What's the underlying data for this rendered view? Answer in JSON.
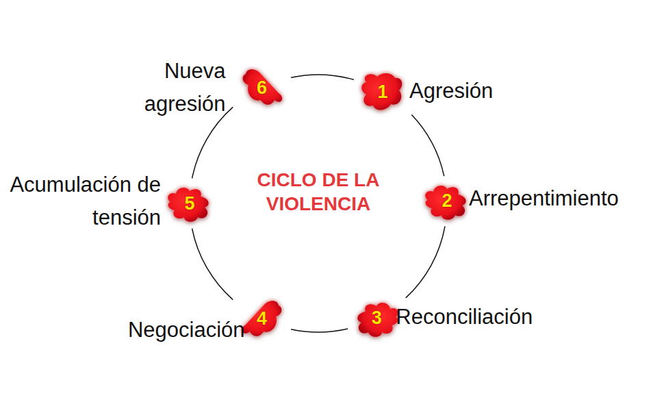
{
  "diagram": {
    "title": "CICLO DE LA VIOLENCIA",
    "nodes": [
      {
        "text": [
          "1",
          "Agresión"
        ]
      },
      {
        "text": [
          "2",
          "Arrepentimiento"
        ]
      },
      {
        "text": [
          "3",
          "Reconciliación"
        ]
      },
      {
        "text": [
          "4",
          "Negociación"
        ]
      },
      {
        "text": [
          "5",
          "Acumulación de tensión"
        ]
      },
      {
        "text": [
          "6",
          "Nueva agresión"
        ]
      }
    ],
    "edges": [
      {
        "from": 0,
        "to": 1,
        "arrow": "none"
      },
      {
        "from": 1,
        "to": 2,
        "arrow": "none"
      },
      {
        "from": 2,
        "to": 3,
        "arrow": "none"
      },
      {
        "from": 3,
        "to": 4,
        "arrow": "none"
      },
      {
        "from": 4,
        "to": 5,
        "arrow": "none"
      },
      {
        "from": 5,
        "to": 0,
        "arrow": "none"
      }
    ]
  }
}
